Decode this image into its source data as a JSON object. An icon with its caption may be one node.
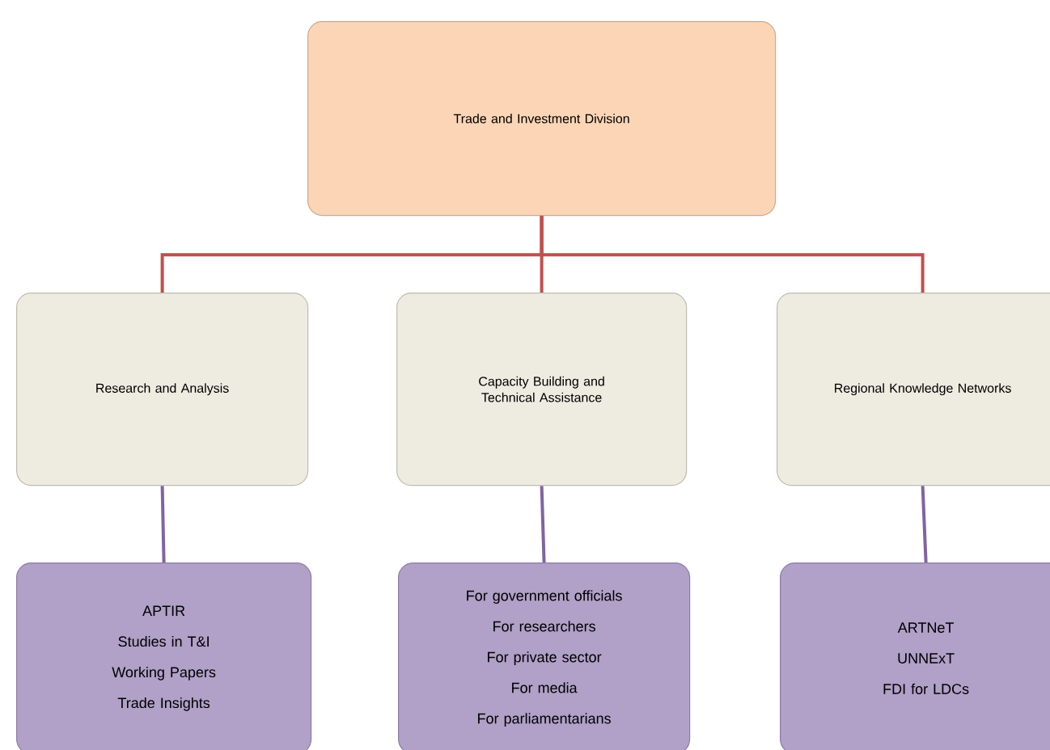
{
  "diagram": {
    "nodes": [
      {
        "text": [
          "Trade and Investment Division"
        ]
      },
      {
        "text": [
          "Research and Analysis"
        ]
      },
      {
        "text": [
          "Capacity Building and Technical Assistance"
        ]
      },
      {
        "text": [
          "Regional Knowledge Networks"
        ]
      },
      {
        "text": [
          "APTIR",
          "Studies in T&I",
          "Working Papers",
          "Trade Insights"
        ]
      },
      {
        "text": [
          "For government officials",
          "For researchers",
          "For private sector",
          "For media",
          "For parliamentarians"
        ]
      },
      {
        "text": [
          "ARTNeT",
          "UNNExT",
          "FDI for LDCs"
        ]
      }
    ],
    "edges": [
      {
        "from": 0,
        "to": 1,
        "arrow": "none",
        "color": "#c0504d"
      },
      {
        "from": 0,
        "to": 2,
        "arrow": "none",
        "color": "#c0504d"
      },
      {
        "from": 0,
        "to": 3,
        "arrow": "none",
        "color": "#c0504d"
      },
      {
        "from": 1,
        "to": 4,
        "arrow": "none",
        "color": "#8064a2"
      },
      {
        "from": 2,
        "to": 5,
        "arrow": "none",
        "color": "#8064a2"
      },
      {
        "from": 3,
        "to": 6,
        "arrow": "none",
        "color": "#8064a2"
      }
    ]
  }
}
